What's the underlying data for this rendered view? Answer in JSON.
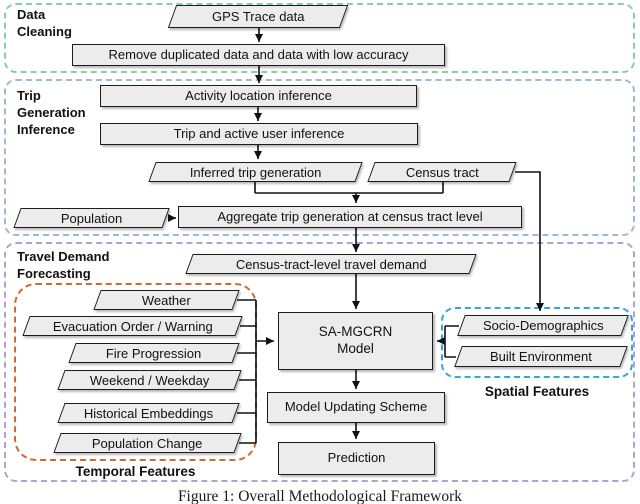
{
  "figure": {
    "caption": "Figure 1: Overall Methodological Framework"
  },
  "sections": {
    "data_cleaning": {
      "label": "Data\nCleaning"
    },
    "trip_generation_inference": {
      "label": "Trip\nGeneration\nInference"
    },
    "travel_demand_forecasting": {
      "label": "Travel Demand\nForecasting"
    }
  },
  "nodes": {
    "gps_trace_data": "GPS Trace data",
    "remove_duplicated": "Remove duplicated data and data with low accuracy",
    "activity_location_inference": "Activity location inference",
    "trip_active_user_inference": "Trip and active user inference",
    "inferred_trip_generation": "Inferred trip generation",
    "census_tract": "Census tract",
    "population": "Population",
    "aggregate_trip_generation": "Aggregate trip generation at census tract level",
    "census_tract_level_travel_demand": "Census-tract-level travel demand",
    "sa_mgcrn_model": "SA-MGCRN\nModel",
    "model_updating_scheme": "Model Updating Scheme",
    "prediction": "Prediction"
  },
  "temporal_features": {
    "label": "Temporal Features",
    "items": [
      "Weather",
      "Evacuation Order / Warning",
      "Fire Progression",
      "Weekend / Weekday",
      "Historical Embeddings",
      "Population Change"
    ]
  },
  "spatial_features": {
    "label": "Spatial Features",
    "items": [
      "Socio-Demographics",
      "Built Environment"
    ]
  },
  "colors": {
    "data_cleaning_border": "#86cfa6",
    "trip_generation_border": "#9db8dc",
    "travel_demand_border": "#b1a1d7",
    "temporal_border": "#cf6b2d",
    "spatial_border": "#30a7e0",
    "node_fill": "#ececec",
    "node_border": "#1c1c1c",
    "connector": "#111111"
  }
}
